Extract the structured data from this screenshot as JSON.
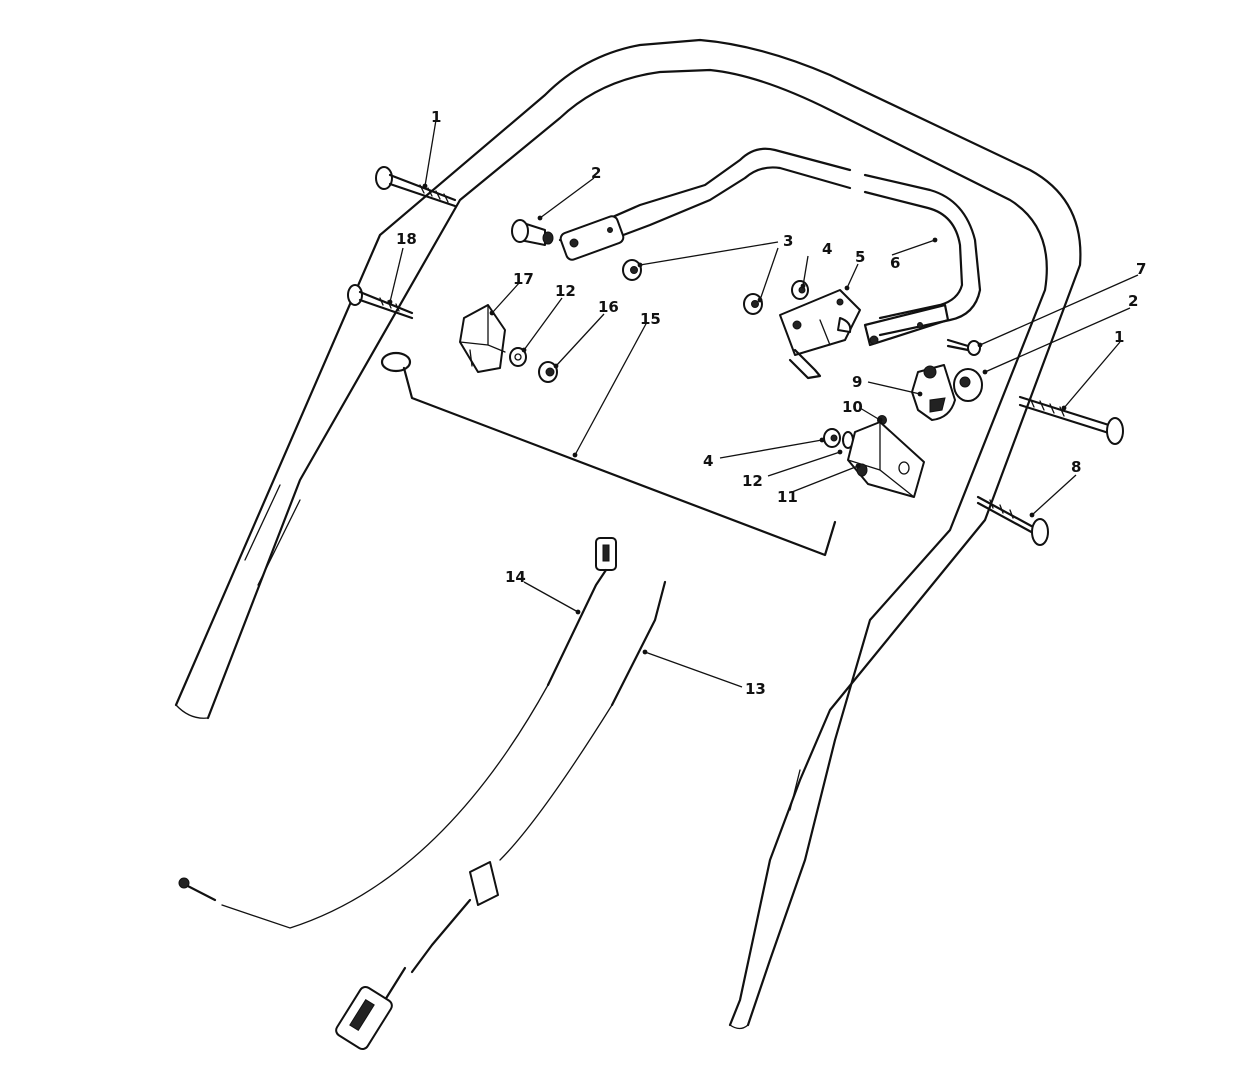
{
  "callouts": {
    "c1a": "1",
    "c2a": "2",
    "c3": "3",
    "c4a": "4",
    "c5": "5",
    "c6": "6",
    "c7": "7",
    "c2b": "2",
    "c1b": "1",
    "c18": "18",
    "c17": "17",
    "c12a": "12",
    "c16": "16",
    "c15": "15",
    "c9": "9",
    "c10": "10",
    "c4b": "4",
    "c12b": "12",
    "c11": "11",
    "c8": "8",
    "c14": "14",
    "c13": "13"
  }
}
